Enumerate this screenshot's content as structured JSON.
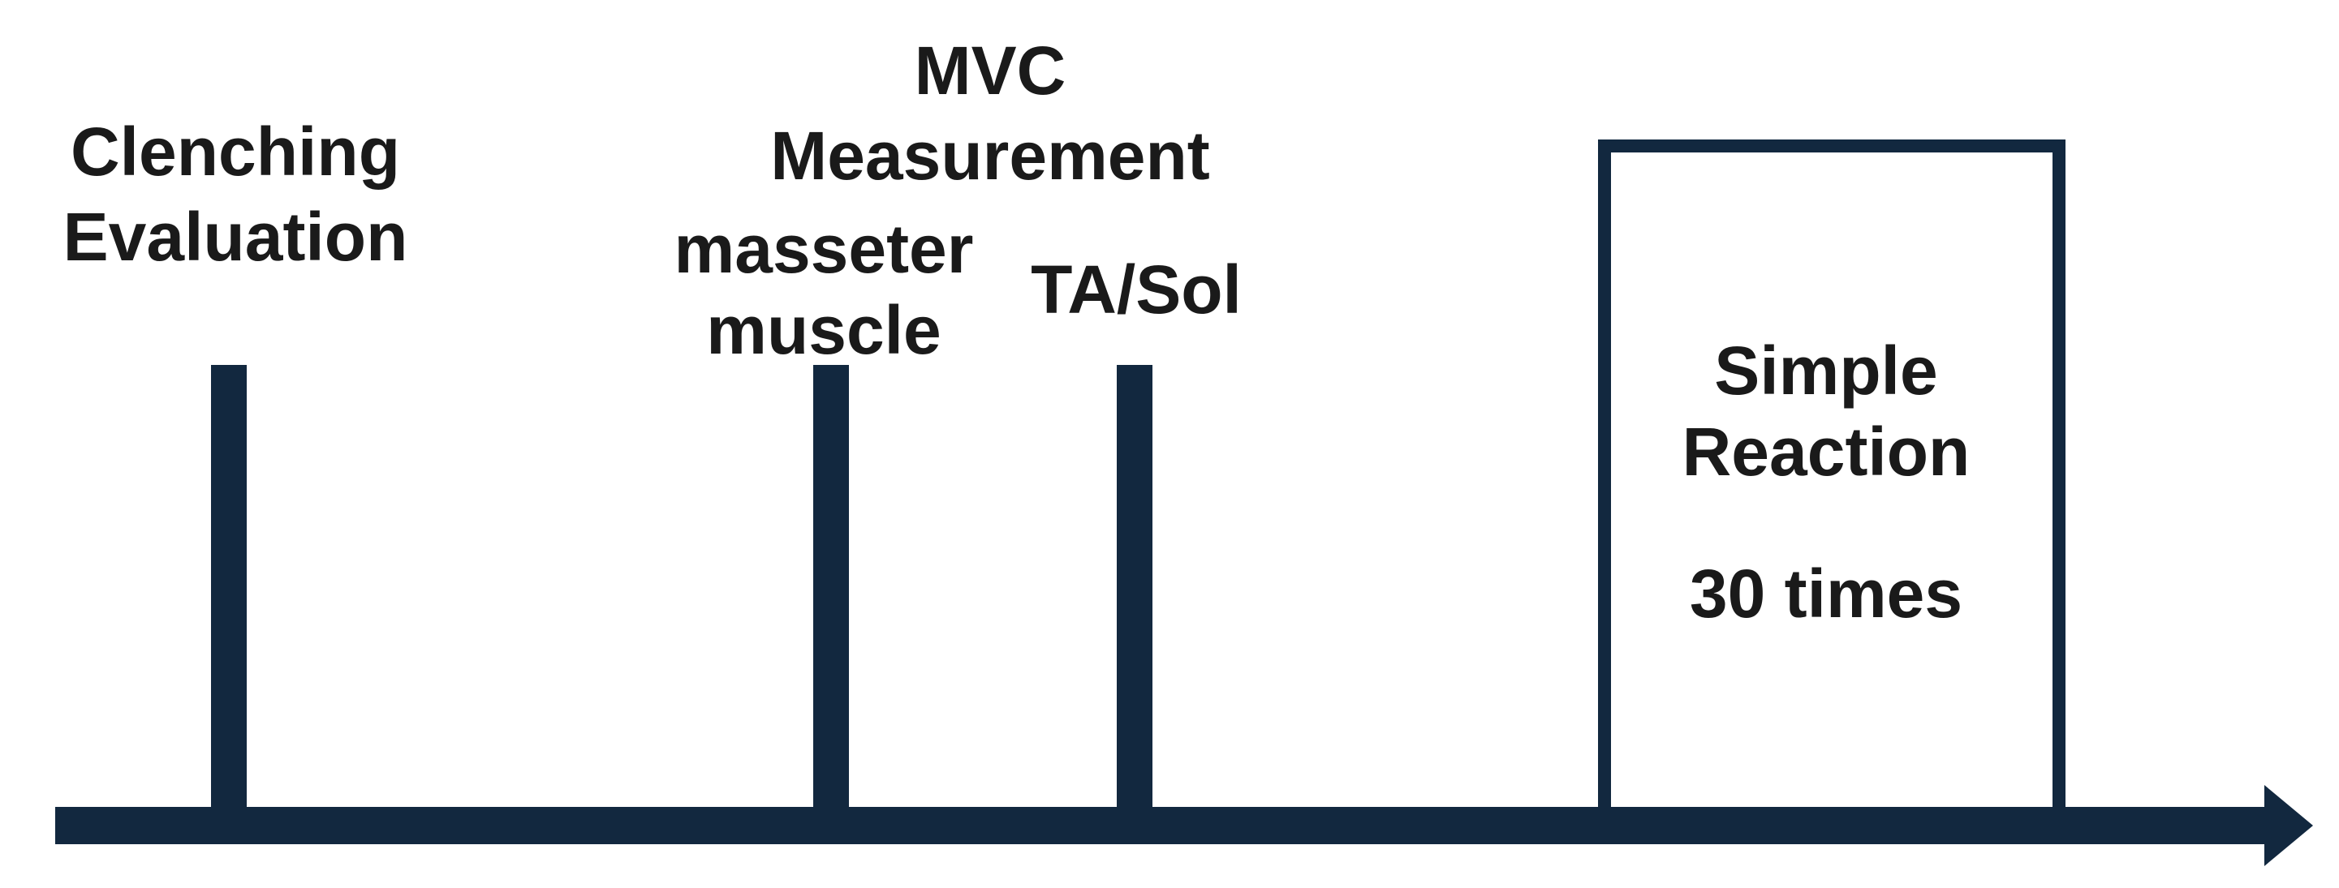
{
  "diagram": {
    "colors": {
      "stroke": "#12283f",
      "text": "#1a1a1a",
      "background": "#ffffff"
    },
    "events": [
      {
        "id": "clenching-evaluation",
        "label_lines": [
          "Clenching",
          "Evaluation"
        ]
      },
      {
        "id": "mvc-measurement",
        "label_lines": [
          "MVC",
          "Measurement"
        ]
      },
      {
        "id": "masseter-muscle",
        "label_lines": [
          "masseter",
          "muscle"
        ]
      },
      {
        "id": "ta-sol",
        "label_lines": [
          "TA/Sol"
        ]
      }
    ],
    "block": {
      "label_lines": [
        "Simple",
        "Reaction"
      ],
      "count_label": "30 times"
    }
  }
}
